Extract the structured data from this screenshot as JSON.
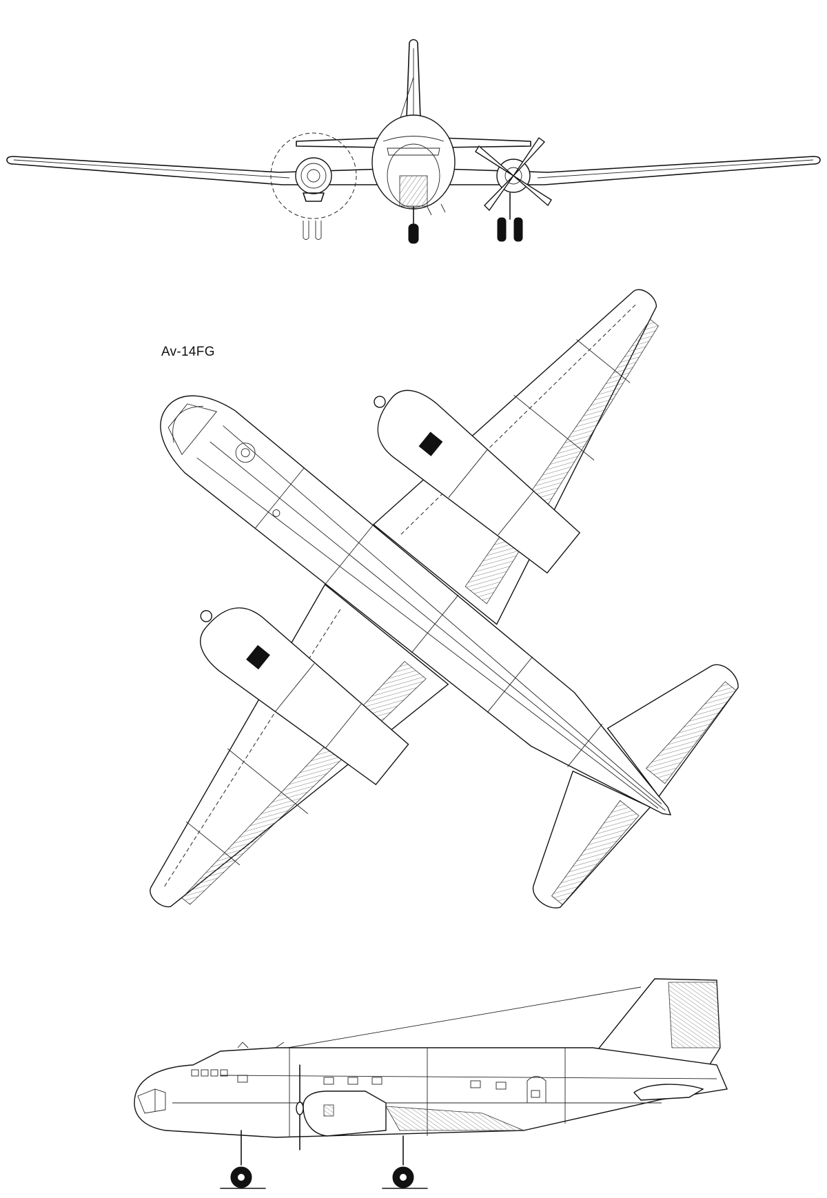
{
  "drawing": {
    "variant_label": "Av-14FG",
    "views": [
      "front-view",
      "top-view",
      "side-view"
    ]
  },
  "colors": {
    "line": "#111111",
    "background": "#ffffff"
  }
}
